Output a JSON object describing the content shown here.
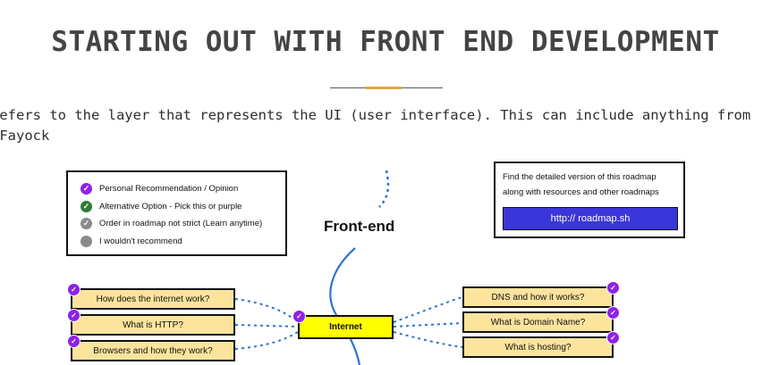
{
  "page": {
    "title": "STARTING OUT WITH FRONT END DEVELOPMENT",
    "intro_line1": "refers to the layer that represents the UI (user interface). This can include anything from",
    "intro_line2": " Fayock"
  },
  "legend": {
    "items": [
      {
        "label": "Personal Recommendation / Opinion",
        "color": "#9021e6",
        "icon": "check-circle-icon"
      },
      {
        "label": "Alternative Option - Pick this or purple",
        "color": "#2f7d32",
        "icon": "check-circle-icon"
      },
      {
        "label": "Order in roadmap not strict (Learn anytime)",
        "color": "#8a8a8a",
        "icon": "check-circle-icon"
      },
      {
        "label": "I wouldn't recommend",
        "color": "#8a8a8a",
        "icon": "circle-icon"
      }
    ]
  },
  "info": {
    "line1": "Find the detailed version of this roadmap",
    "line2": "along with resources and other roadmaps",
    "link_label": "http:// roadmap.sh"
  },
  "roadmap": {
    "root_label": "Front-end",
    "main_node": "Internet",
    "left_topics": [
      "How does the internet work?",
      "What is HTTP?",
      "Browsers and how they work?"
    ],
    "right_topics": [
      "DNS and how it works?",
      "What is Domain Name?",
      "What is hosting?"
    ]
  },
  "colors": {
    "accent_divider": "#e0a34a",
    "link_button": "#3b36d9",
    "main_node": "#ffff00",
    "sub_node": "#fde49d",
    "recommend_badge": "#9021e6",
    "connector": "#2f74d0"
  }
}
